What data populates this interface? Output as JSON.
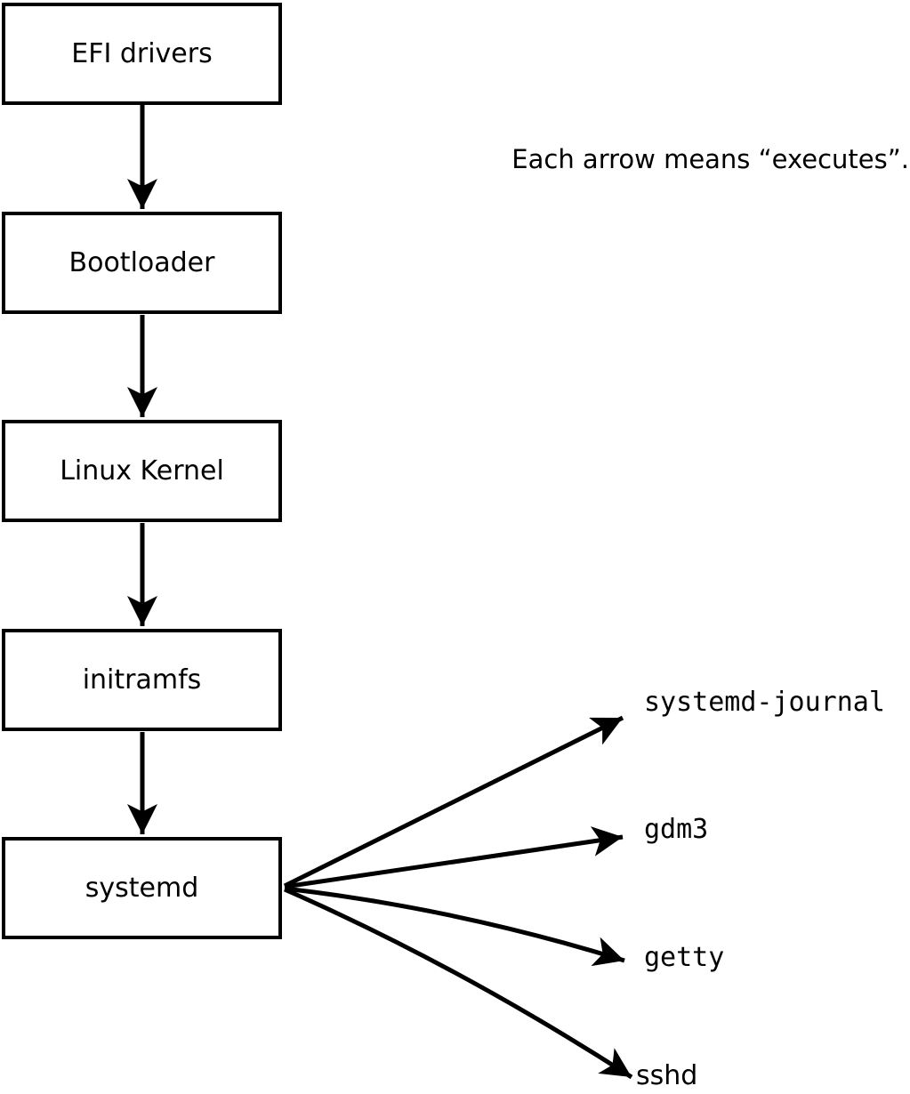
{
  "page": {
    "background_color": "#ffffff",
    "line_color": "#000000"
  },
  "legend": {
    "text": "Each arrow means “executes”."
  },
  "flow": {
    "boxes": [
      {
        "label": "EFI drivers"
      },
      {
        "label": "Bootloader"
      },
      {
        "label": "Linux Kernel"
      },
      {
        "label": "initramfs"
      },
      {
        "label": "systemd"
      }
    ]
  },
  "targets": [
    {
      "label": "systemd-journal"
    },
    {
      "label": "gdm3"
    },
    {
      "label": "getty"
    },
    {
      "label": "sshd"
    }
  ]
}
